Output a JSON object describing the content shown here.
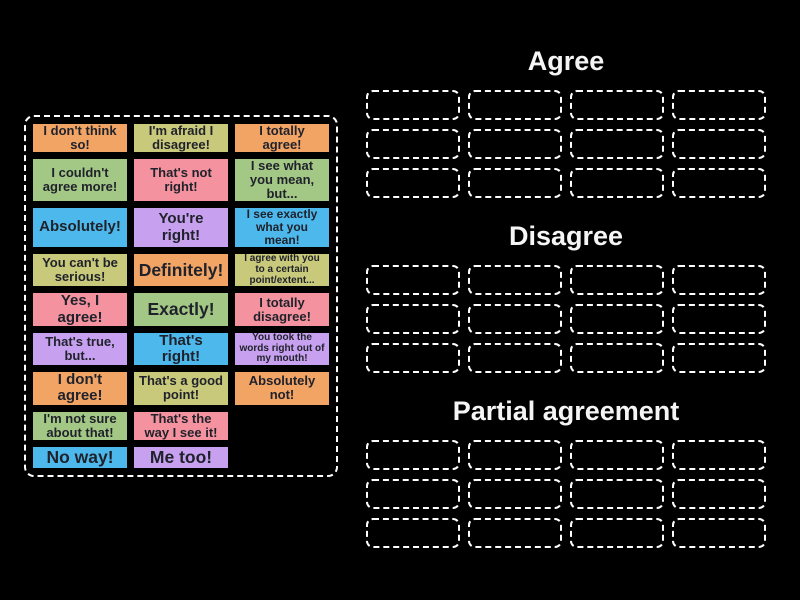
{
  "colors": {
    "background": "#000000",
    "card_border": "#000000",
    "card_text": "#20222B",
    "group_title_text": "#F5F5F5",
    "dashed_outline": "#FFFFFF",
    "palette": {
      "orange": "#F2A465",
      "khaki": "#C9C97B",
      "green": "#A3C885",
      "pink": "#F4939F",
      "blue": "#4DB8EC",
      "purple": "#C7A1F0"
    }
  },
  "tray": {
    "cards": [
      {
        "label": "I don't think so!",
        "color": "orange",
        "size": "md",
        "row": 1,
        "col": 1
      },
      {
        "label": "I'm afraid I disagree!",
        "color": "khaki",
        "size": "md",
        "row": 1,
        "col": 2
      },
      {
        "label": "I totally agree!",
        "color": "orange",
        "size": "md",
        "row": 1,
        "col": 3
      },
      {
        "label": "I couldn't agree more!",
        "color": "green",
        "size": "md",
        "row": 2,
        "col": 1
      },
      {
        "label": "That's not right!",
        "color": "pink",
        "size": "md",
        "row": 2,
        "col": 2
      },
      {
        "label": "I see what you mean, but...",
        "color": "green",
        "size": "md",
        "row": 2,
        "col": 3
      },
      {
        "label": "Absolutely!",
        "color": "blue",
        "size": "lg",
        "row": 3,
        "col": 1
      },
      {
        "label": "You're right!",
        "color": "purple",
        "size": "lg",
        "row": 3,
        "col": 2
      },
      {
        "label": "I see exactly what you mean!",
        "color": "blue",
        "size": "sm",
        "row": 3,
        "col": 3
      },
      {
        "label": "You can't be serious!",
        "color": "khaki",
        "size": "md",
        "row": 4,
        "col": 1
      },
      {
        "label": "Definitely!",
        "color": "orange",
        "size": "xl",
        "row": 4,
        "col": 2
      },
      {
        "label": "I agree with you to a certain point/extent...",
        "color": "khaki",
        "size": "xs",
        "row": 4,
        "col": 3
      },
      {
        "label": "Yes, I agree!",
        "color": "pink",
        "size": "lg",
        "row": 5,
        "col": 1
      },
      {
        "label": "Exactly!",
        "color": "green",
        "size": "xl",
        "row": 5,
        "col": 2
      },
      {
        "label": "I totally disagree!",
        "color": "pink",
        "size": "md",
        "row": 5,
        "col": 3
      },
      {
        "label": "That's true, but...",
        "color": "purple",
        "size": "md",
        "row": 6,
        "col": 1
      },
      {
        "label": "That's right!",
        "color": "blue",
        "size": "lg",
        "row": 6,
        "col": 2
      },
      {
        "label": "You took the words right out of my mouth!",
        "color": "purple",
        "size": "xs",
        "row": 6,
        "col": 3
      },
      {
        "label": "I don't agree!",
        "color": "orange",
        "size": "lg",
        "row": 7,
        "col": 1
      },
      {
        "label": "That's a good point!",
        "color": "khaki",
        "size": "md",
        "row": 7,
        "col": 2
      },
      {
        "label": "Absolutely not!",
        "color": "orange",
        "size": "md",
        "row": 7,
        "col": 3
      },
      {
        "label": "I'm not sure about that!",
        "color": "green",
        "size": "md",
        "row": 8,
        "col": 1
      },
      {
        "label": "That's the way I see it!",
        "color": "pink",
        "size": "md",
        "row": 8,
        "col": 2
      },
      {
        "label": "No way!",
        "color": "blue",
        "size": "xl",
        "row": 9,
        "col": 1
      },
      {
        "label": "Me too!",
        "color": "purple",
        "size": "xl",
        "row": 9,
        "col": 2
      }
    ]
  },
  "groups": [
    {
      "id": "agree",
      "label": "Agree",
      "slot_count": 12
    },
    {
      "id": "disagree",
      "label": "Disagree",
      "slot_count": 12
    },
    {
      "id": "partial-agreement",
      "label": "Partial agreement",
      "slot_count": 12
    }
  ]
}
